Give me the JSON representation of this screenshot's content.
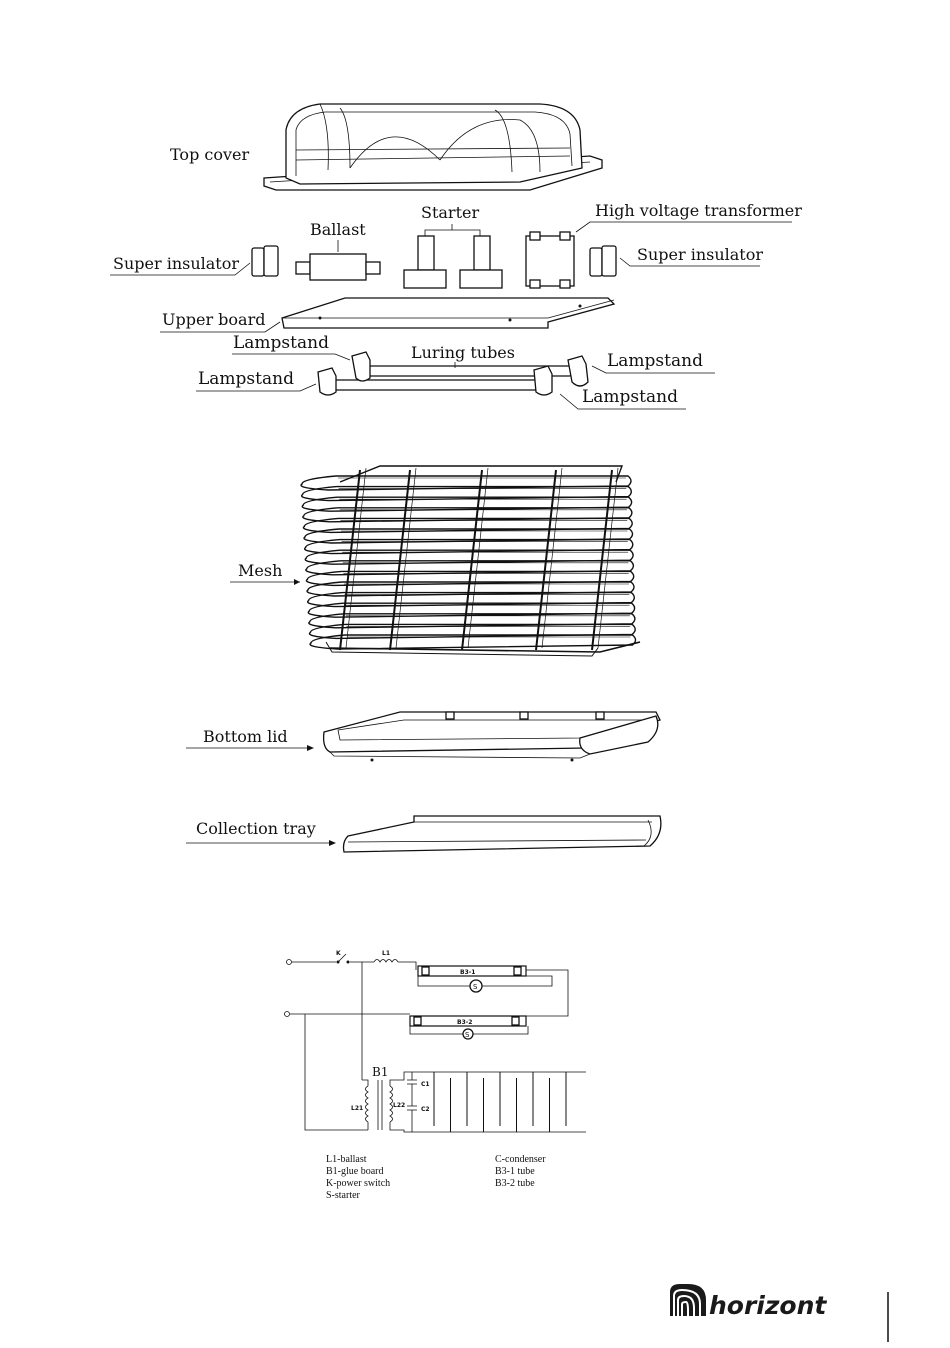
{
  "labels": {
    "top_cover": "Top cover",
    "ballast": "Ballast",
    "starter": "Starter",
    "hv_transformer": "High voltage transformer",
    "super_insulator_left": "Super insulator",
    "super_insulator_right": "Super insulator",
    "upper_board": "Upper board",
    "lampstand_1": "Lampstand",
    "lampstand_2": "Lampstand",
    "lampstand_3": "Lampstand",
    "lampstand_4": "Lampstand",
    "luring_tubes": "Luring tubes",
    "mesh": "Mesh",
    "bottom_lid": "Bottom lid",
    "collection_tray": "Collection tray"
  },
  "circuit": {
    "k": "K",
    "l1": "L1",
    "b3_1": "B3-1",
    "b3_2": "B3-2",
    "s1": "S",
    "s2": "S",
    "b1": "B1",
    "l21": "L21",
    "l22": "L22",
    "c1": "C1",
    "c2": "C2"
  },
  "legend": {
    "left": [
      "L1-ballast",
      "B1-glue board",
      "K-power switch",
      "S-starter"
    ],
    "right": [
      "C-condenser",
      "B3-1 tube",
      "B3-2 tube"
    ]
  },
  "brand": "horizont"
}
